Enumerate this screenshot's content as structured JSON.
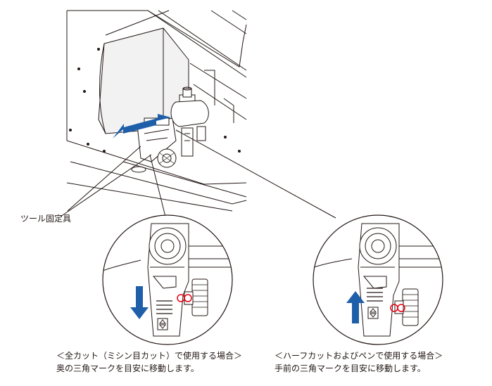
{
  "labels": {
    "tool_holder": "ツール固定具"
  },
  "captions": {
    "full_cut_title": "＜全カット（ミシン目カット）で使用する場合＞",
    "full_cut_text": "奥の三角マークを目安に移動します。",
    "half_cut_title": "＜ハーフカットおよびペンで使用する場合＞",
    "half_cut_text": "手前の三角マークを目安に移動します。"
  },
  "colors": {
    "arrow_blue": "#1f5faa",
    "marker_red": "#e60012",
    "line": "#231815"
  },
  "icons": {
    "left_arrow": "arrow-down",
    "right_arrow": "arrow-up"
  }
}
